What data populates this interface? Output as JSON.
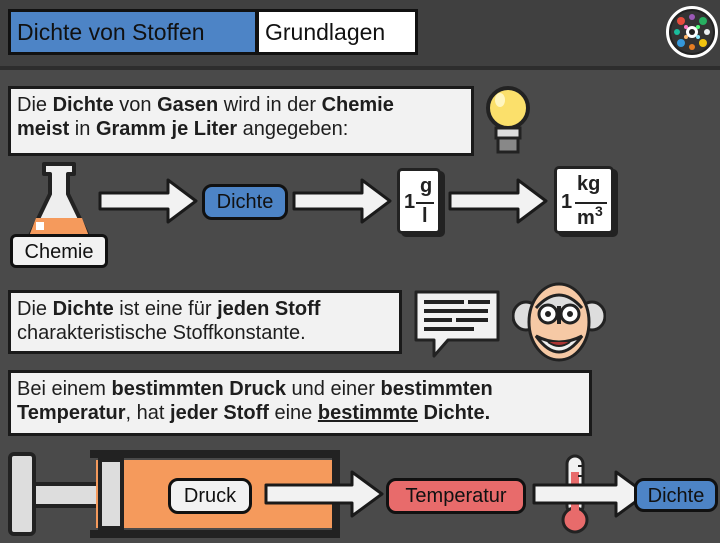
{
  "header": {
    "title": "Dichte von Stoffen",
    "subtitle": "Grundlagen",
    "logo_icon": "mosaic-logo-icon"
  },
  "section1": {
    "text_parts": [
      "Die ",
      "Dichte",
      " von ",
      "Gasen",
      " wird in der ",
      "Chemie",
      " meist",
      " in ",
      "Gramm je Liter",
      " angegeben:"
    ],
    "icon": "lightbulb-icon"
  },
  "flow1": {
    "flask_icon": "flask-icon",
    "chemie_label": "Chemie",
    "dichte_label": "Dichte",
    "unit1": {
      "num": "1",
      "top": "g",
      "bottom": "l"
    },
    "unit2": {
      "num": "1",
      "top": "kg",
      "bottom": "m",
      "exp": "3"
    }
  },
  "section2": {
    "text_parts": [
      "Die ",
      "Dichte",
      " ist eine für ",
      "jeden Stoff",
      " charakteristische Stoffkonstante."
    ],
    "speech_icon": "speech-bubble-icon",
    "professor_icon": "professor-icon"
  },
  "section3": {
    "text_parts": [
      "Bei einem ",
      "bestimmten Druck",
      " und einer ",
      "bestimmten Temperatur",
      ", hat ",
      "jeder Stoff",
      " eine ",
      "bestimmte",
      " ",
      "Dichte."
    ]
  },
  "flow2": {
    "piston_icon": "piston-icon",
    "druck_label": "Druck",
    "temperatur_label": "Temperatur",
    "thermometer_icon": "thermometer-icon",
    "dichte_label": "Dichte"
  },
  "colors": {
    "accent_blue": "#4d84c6",
    "accent_red": "#e86b6b",
    "orange": "#f59a5c",
    "background": "#4a4a4a"
  }
}
